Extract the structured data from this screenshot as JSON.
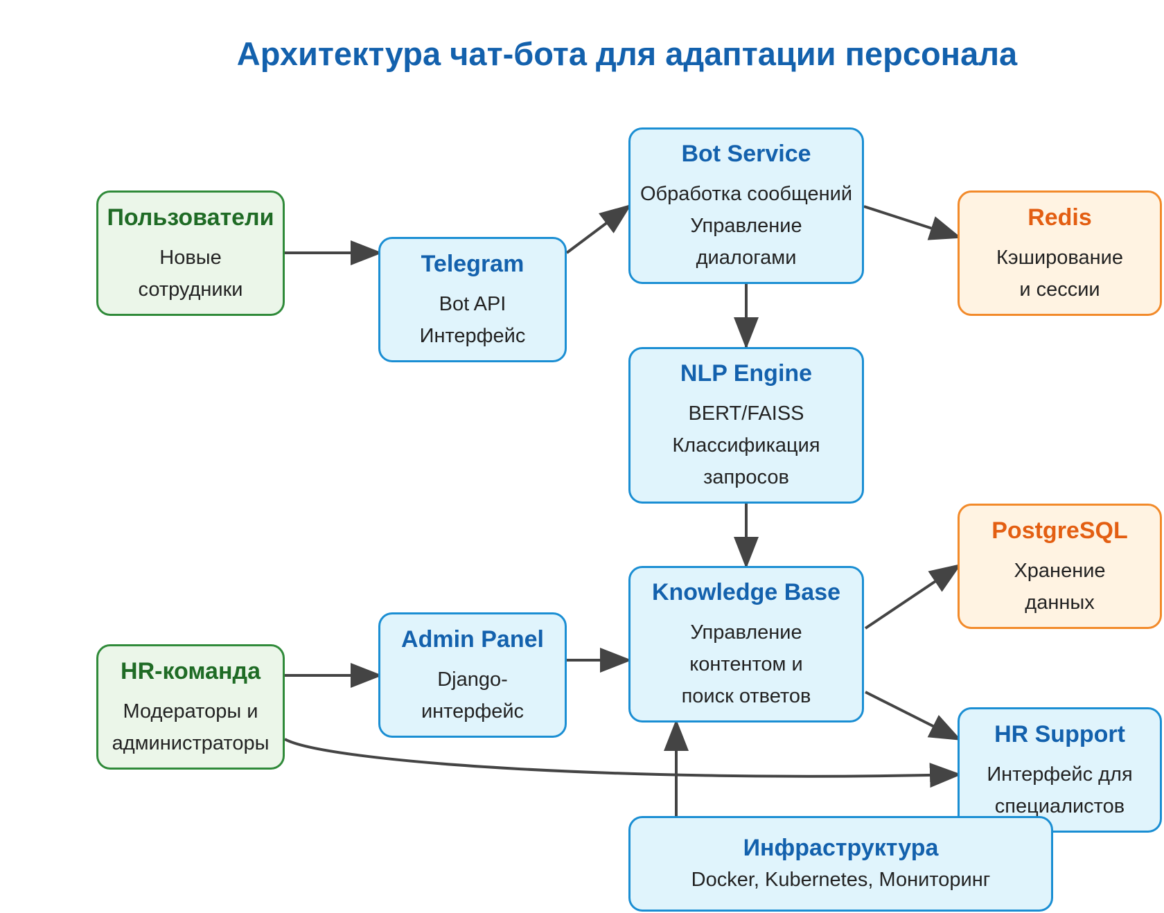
{
  "title": "Архитектура чат-бота для адаптации персонала",
  "nodes": {
    "users": {
      "title": "Пользователи",
      "lines": [
        "Новые",
        "сотрудники"
      ]
    },
    "telegram": {
      "title": "Telegram",
      "lines": [
        "Bot API",
        "Интерфейс"
      ]
    },
    "bot": {
      "title": "Bot Service",
      "lines": [
        "Обработка сообщений",
        "Управление",
        "диалогами"
      ]
    },
    "redis": {
      "title": "Redis",
      "lines": [
        "Кэширование",
        "и сессии"
      ]
    },
    "nlp": {
      "title": "NLP Engine",
      "lines": [
        "BERT/FAISS",
        "Классификация",
        "запросов"
      ]
    },
    "postgres": {
      "title": "PostgreSQL",
      "lines": [
        "Хранение",
        "данных"
      ]
    },
    "kb": {
      "title": "Knowledge Base",
      "lines": [
        "Управление",
        "контентом и",
        "поиск ответов"
      ]
    },
    "admin": {
      "title": "Admin Panel",
      "lines": [
        "Django-",
        "интерфейс"
      ]
    },
    "hrteam": {
      "title": "HR-команда",
      "lines": [
        "Модераторы и",
        "администраторы"
      ]
    },
    "hrsupport": {
      "title": "HR Support",
      "lines": [
        "Интерфейс для",
        "специалистов"
      ]
    },
    "infra": {
      "title": "Инфраструктура",
      "lines": [
        "Docker, Kubernetes, Мониторинг"
      ]
    }
  },
  "colors": {
    "green": "#2f8a39",
    "blue": "#1a8ed3",
    "orange": "#f28a2a",
    "edge": "#444444"
  }
}
